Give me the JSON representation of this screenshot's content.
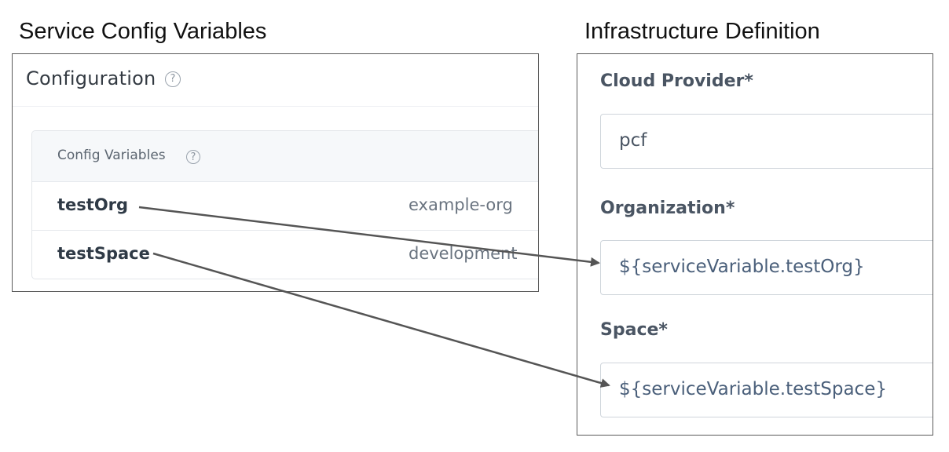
{
  "captions": {
    "left": "Service Config Variables",
    "right": "Infrastructure Definition"
  },
  "configuration": {
    "title": "Configuration",
    "help_icon": "?",
    "config_variables": {
      "title": "Config Variables",
      "help_icon": "?",
      "rows": [
        {
          "name": "testOrg",
          "value": "example-org"
        },
        {
          "name": "testSpace",
          "value": "development"
        }
      ]
    }
  },
  "infrastructure": {
    "fields": [
      {
        "label": "Cloud Provider*",
        "value": "pcf"
      },
      {
        "label": "Organization*",
        "value": "${serviceVariable.testOrg}"
      },
      {
        "label": "Space*",
        "value": "${serviceVariable.testSpace}"
      }
    ]
  },
  "colors": {
    "arrow": "#555555",
    "border": "#5a5a5a"
  }
}
